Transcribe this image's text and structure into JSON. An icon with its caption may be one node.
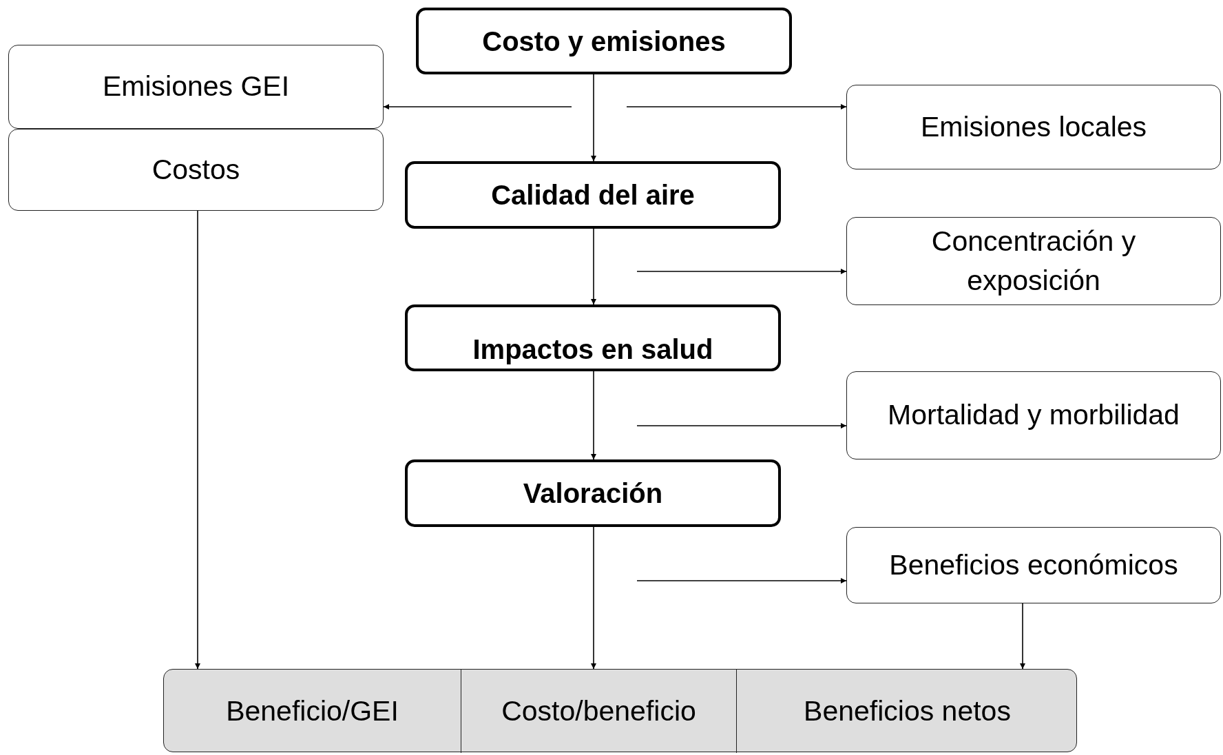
{
  "diagram": {
    "nodes": [
      {
        "text": [
          "Costo y emisiones"
        ]
      },
      {
        "text": [
          "Emisiones GEI"
        ]
      },
      {
        "text": [
          "Costos"
        ]
      },
      {
        "text": [
          "Emisiones locales"
        ]
      },
      {
        "text": [
          "Calidad del aire"
        ]
      },
      {
        "text": [
          "Concentración y exposición"
        ]
      },
      {
        "text": [
          "Impactos en salud"
        ]
      },
      {
        "text": [
          "Mortalidad y morbilidad"
        ]
      },
      {
        "text": [
          "Valoración"
        ]
      },
      {
        "text": [
          "Beneficios económicos"
        ]
      },
      {
        "text": [],
        "shape": "box"
      },
      {
        "text": [
          "Beneficio/GEI"
        ],
        "in": 10
      },
      {
        "text": [
          "Costo/beneficio"
        ],
        "in": 10
      },
      {
        "text": [
          "Beneficios netos"
        ],
        "in": 10
      }
    ],
    "edges": [
      {
        "from": 0,
        "to": 4,
        "arrow": "to"
      },
      {
        "from": 4,
        "to": 6,
        "arrow": "to"
      },
      {
        "from": 6,
        "to": 8,
        "arrow": "to"
      },
      {
        "from": 8,
        "to": 12,
        "arrow": "to"
      },
      {
        "from": null,
        "to": 1,
        "arrow": "to"
      },
      {
        "from": null,
        "to": 3,
        "arrow": "to"
      },
      {
        "from": null,
        "to": 5,
        "arrow": "to"
      },
      {
        "from": null,
        "to": 7,
        "arrow": "to"
      },
      {
        "from": null,
        "to": 9,
        "arrow": "to"
      },
      {
        "from": 2,
        "to": 11,
        "arrow": "to"
      },
      {
        "from": 9,
        "to": 13,
        "arrow": "to"
      }
    ]
  }
}
